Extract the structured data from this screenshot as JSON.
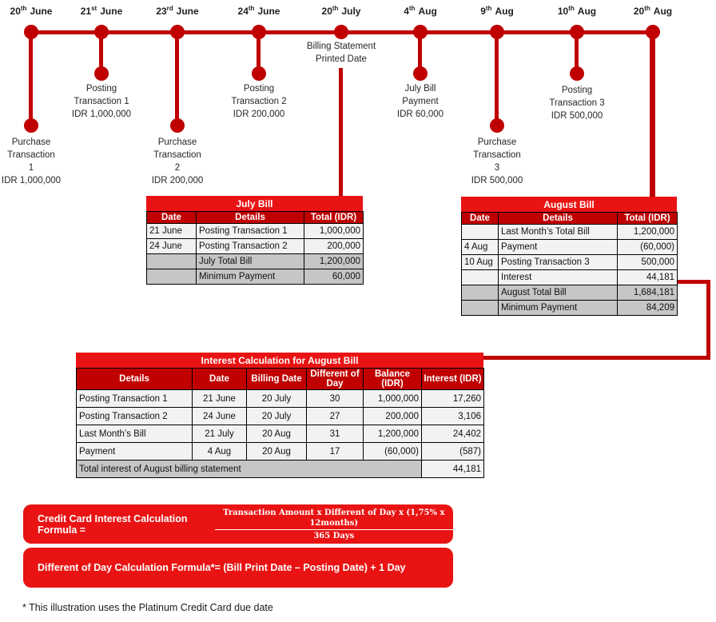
{
  "colors": {
    "timeline_red": "#C00000",
    "title_red": "#E91313",
    "header_red": "#C00000",
    "row_light": "#F2F2F2",
    "row_gray": "#C6C6C6",
    "border": "#000000"
  },
  "timeline": {
    "events": [
      {
        "day": "20",
        "suffix": "th",
        "month": "June",
        "lines": [
          "Purchase",
          "Transaction",
          "1",
          "IDR 1,000,000"
        ]
      },
      {
        "day": "21",
        "suffix": "st",
        "month": "June",
        "lines": [
          "Posting",
          "Transaction 1",
          "IDR 1,000,000"
        ]
      },
      {
        "day": "23",
        "suffix": "rd",
        "month": "June",
        "lines": [
          "Purchase",
          "Transaction",
          "2",
          "IDR 200,000"
        ]
      },
      {
        "day": "24",
        "suffix": "th",
        "month": "June",
        "lines": [
          "Posting",
          "Transaction 2",
          "IDR 200,000"
        ]
      },
      {
        "day": "20",
        "suffix": "th",
        "month": "July",
        "lines": [
          "Billing Statement",
          "Printed Date"
        ]
      },
      {
        "day": "4",
        "suffix": "th",
        "month": "Aug",
        "lines": [
          "July Bill",
          "Payment",
          "IDR 60,000"
        ]
      },
      {
        "day": "9",
        "suffix": "th",
        "month": "Aug",
        "lines": [
          "Purchase",
          "Transaction",
          "3",
          "IDR 500,000"
        ]
      },
      {
        "day": "10",
        "suffix": "th",
        "month": "Aug",
        "lines": [
          "Posting",
          "Transaction 3",
          "IDR 500,000"
        ]
      },
      {
        "day": "20",
        "suffix": "th",
        "month": "Aug",
        "lines": []
      }
    ]
  },
  "july": {
    "title": "July Bill",
    "headers": [
      "Date",
      "Details",
      "Total (IDR)"
    ],
    "rows": [
      {
        "date": "21 June",
        "details": "Posting Transaction 1",
        "total": "1,000,000"
      },
      {
        "date": "24 June",
        "details": "Posting Transaction 2",
        "total": "200,000"
      },
      {
        "date": "",
        "details": "July Total Bill",
        "total": "1,200,000"
      },
      {
        "date": "",
        "details": "Minimum Payment",
        "total": "60,000"
      }
    ]
  },
  "august": {
    "title": "August Bill",
    "headers": [
      "Date",
      "Details",
      "Total (IDR)"
    ],
    "rows": [
      {
        "date": "",
        "details": "Last Month’s Total Bill",
        "total": "1,200,000"
      },
      {
        "date": "4 Aug",
        "details": "Payment",
        "total": "(60,000)"
      },
      {
        "date": "10 Aug",
        "details": "Posting Transaction 3",
        "total": "500,000"
      },
      {
        "date": "",
        "details": "Interest",
        "total": "44,181"
      },
      {
        "date": "",
        "details": "August Total Bill",
        "total": "1,684,181"
      },
      {
        "date": "",
        "details": "Minimum Payment",
        "total": "84,209"
      }
    ]
  },
  "interest": {
    "title": "Interest Calculation for August Bill",
    "headers": [
      "Details",
      "Date",
      "Billing Date",
      "Different of Day",
      "Balance (IDR)",
      "Interest (IDR)"
    ],
    "rows": [
      [
        "Posting Transaction 1",
        "21 June",
        "20 July",
        "30",
        "1,000,000",
        "17,260"
      ],
      [
        "Posting Transaction 2",
        "24 June",
        "20 July",
        "27",
        "200,000",
        "3,106"
      ],
      [
        "Last Month’s Bill",
        "21 July",
        "20 Aug",
        "31",
        "1,200,000",
        "24,402"
      ],
      [
        "Payment",
        "4 Aug",
        "20 Aug",
        "17",
        "(60,000)",
        "(587)"
      ]
    ],
    "total_label": "Total interest of August billing statement",
    "total_value": "44,181"
  },
  "formulas": {
    "interest_label": "Credit Card Interest Calculation Formula =",
    "interest_numerator": "Transaction Amount x Different of Day x (1,75% x 12months)",
    "interest_denominator": "365 Days",
    "day_formula": "Different of Day Calculation Formula*= (Bill Print Date – Posting Date) + 1 Day"
  },
  "footnote": "* This illustration uses the Platinum Credit Card due date"
}
